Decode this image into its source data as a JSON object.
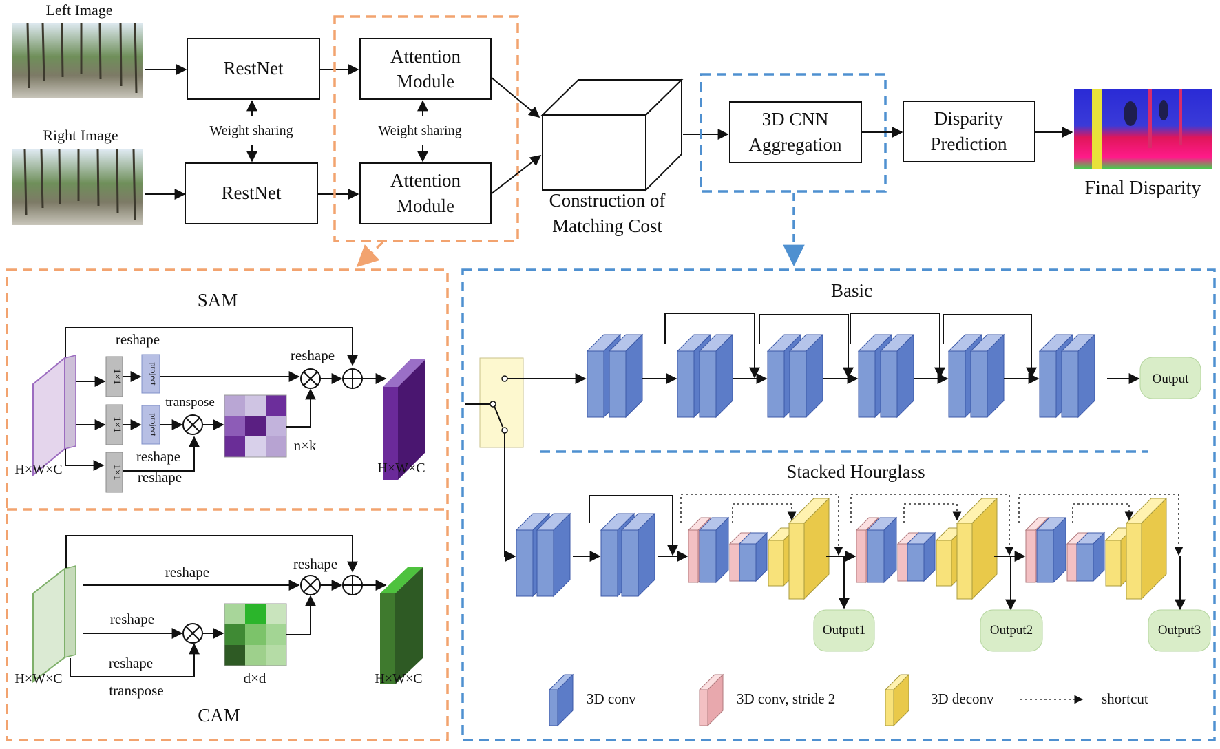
{
  "top": {
    "left_image_label": "Left Image",
    "right_image_label": "Right Image",
    "restnet_label": "RestNet",
    "weight_sharing_label": "Weight sharing",
    "attention_line1": "Attention",
    "attention_line2": "Module",
    "cost_line1": "Construction of",
    "cost_line2": "Matching Cost",
    "cnn_line1": "3D CNN",
    "cnn_line2": "Aggregation",
    "disp_line1": "Disparity",
    "disp_line2": "Prediction",
    "final_label": "Final Disparity"
  },
  "sam": {
    "title": "SAM",
    "reshape": "reshape",
    "transpose": "transpose",
    "conv": "1×1",
    "project": "project",
    "nk": "n×k",
    "dim": "H×W×C"
  },
  "cam": {
    "title": "CAM",
    "reshape": "reshape",
    "transpose": "transpose",
    "dd": "d×d",
    "dim": "H×W×C"
  },
  "cnn": {
    "basic_title": "Basic",
    "hourglass_title": "Stacked Hourglass",
    "output": "Output",
    "output1": "Output1",
    "output2": "Output2",
    "output3": "Output3"
  },
  "legend": {
    "conv": "3D conv",
    "conv_stride": "3D conv, stride 2",
    "deconv": "3D deconv",
    "shortcut": "shortcut"
  },
  "colors": {
    "orange_dash": "#f2a36f",
    "blue_dash": "#4f90d0",
    "conv_front": "#7f9bd6",
    "conv_side": "#5c7cc8",
    "stride_front": "#f3c0c3",
    "deconv_front": "#f8e27a",
    "output_green": "#d9edc8",
    "sam_purple": "#5a1f82",
    "cam_green": "#3f7a2e"
  }
}
